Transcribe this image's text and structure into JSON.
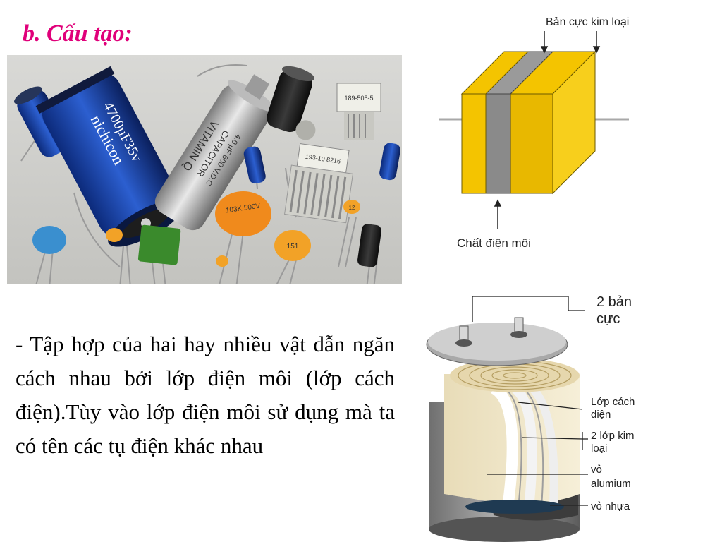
{
  "heading": "b. Cấu tạo:",
  "photo": {
    "printed": {
      "cap1_line1": "nichicon",
      "cap1_line2": "4700µF35v",
      "cap2_line1": "VITAMIN Q",
      "cap2_line2": "CAPACITOR",
      "cap2_line3": "4.0 µF 600 V.D.C",
      "cap3": "103K 500V",
      "cap4": "151",
      "cap5": "12",
      "trim1": "189-505-5",
      "trim2": "193-10 8216",
      "ceramic_small": "151"
    }
  },
  "body_text": "- Tập hợp của hai hay nhiều vật dẫn ngăn cách nhau bởi lớp điện môi (lớp cách điện).Tùy vào lớp điện môi sử dụng mà ta có tên các tụ điện khác nhau",
  "diagram_plates": {
    "label_top": "Bản cực kim loại",
    "label_bottom": "Chất điện môi",
    "colors": {
      "plate": "#f4c400",
      "dielectric": "#8a8a8a"
    }
  },
  "diagram_cylinder": {
    "label_terminals_1": "2 bản",
    "label_terminals_2": "cực",
    "label_insulator_1": "Lớp cách",
    "label_insulator_2": "điện",
    "label_metal_1": "2 lớp kim",
    "label_metal_2": "loại",
    "label_shell_1": "vỏ",
    "label_shell_2": "alumium",
    "label_plastic": "vỏ nhựa"
  },
  "colors": {
    "heading": "#e0007a",
    "body": "#000000"
  }
}
